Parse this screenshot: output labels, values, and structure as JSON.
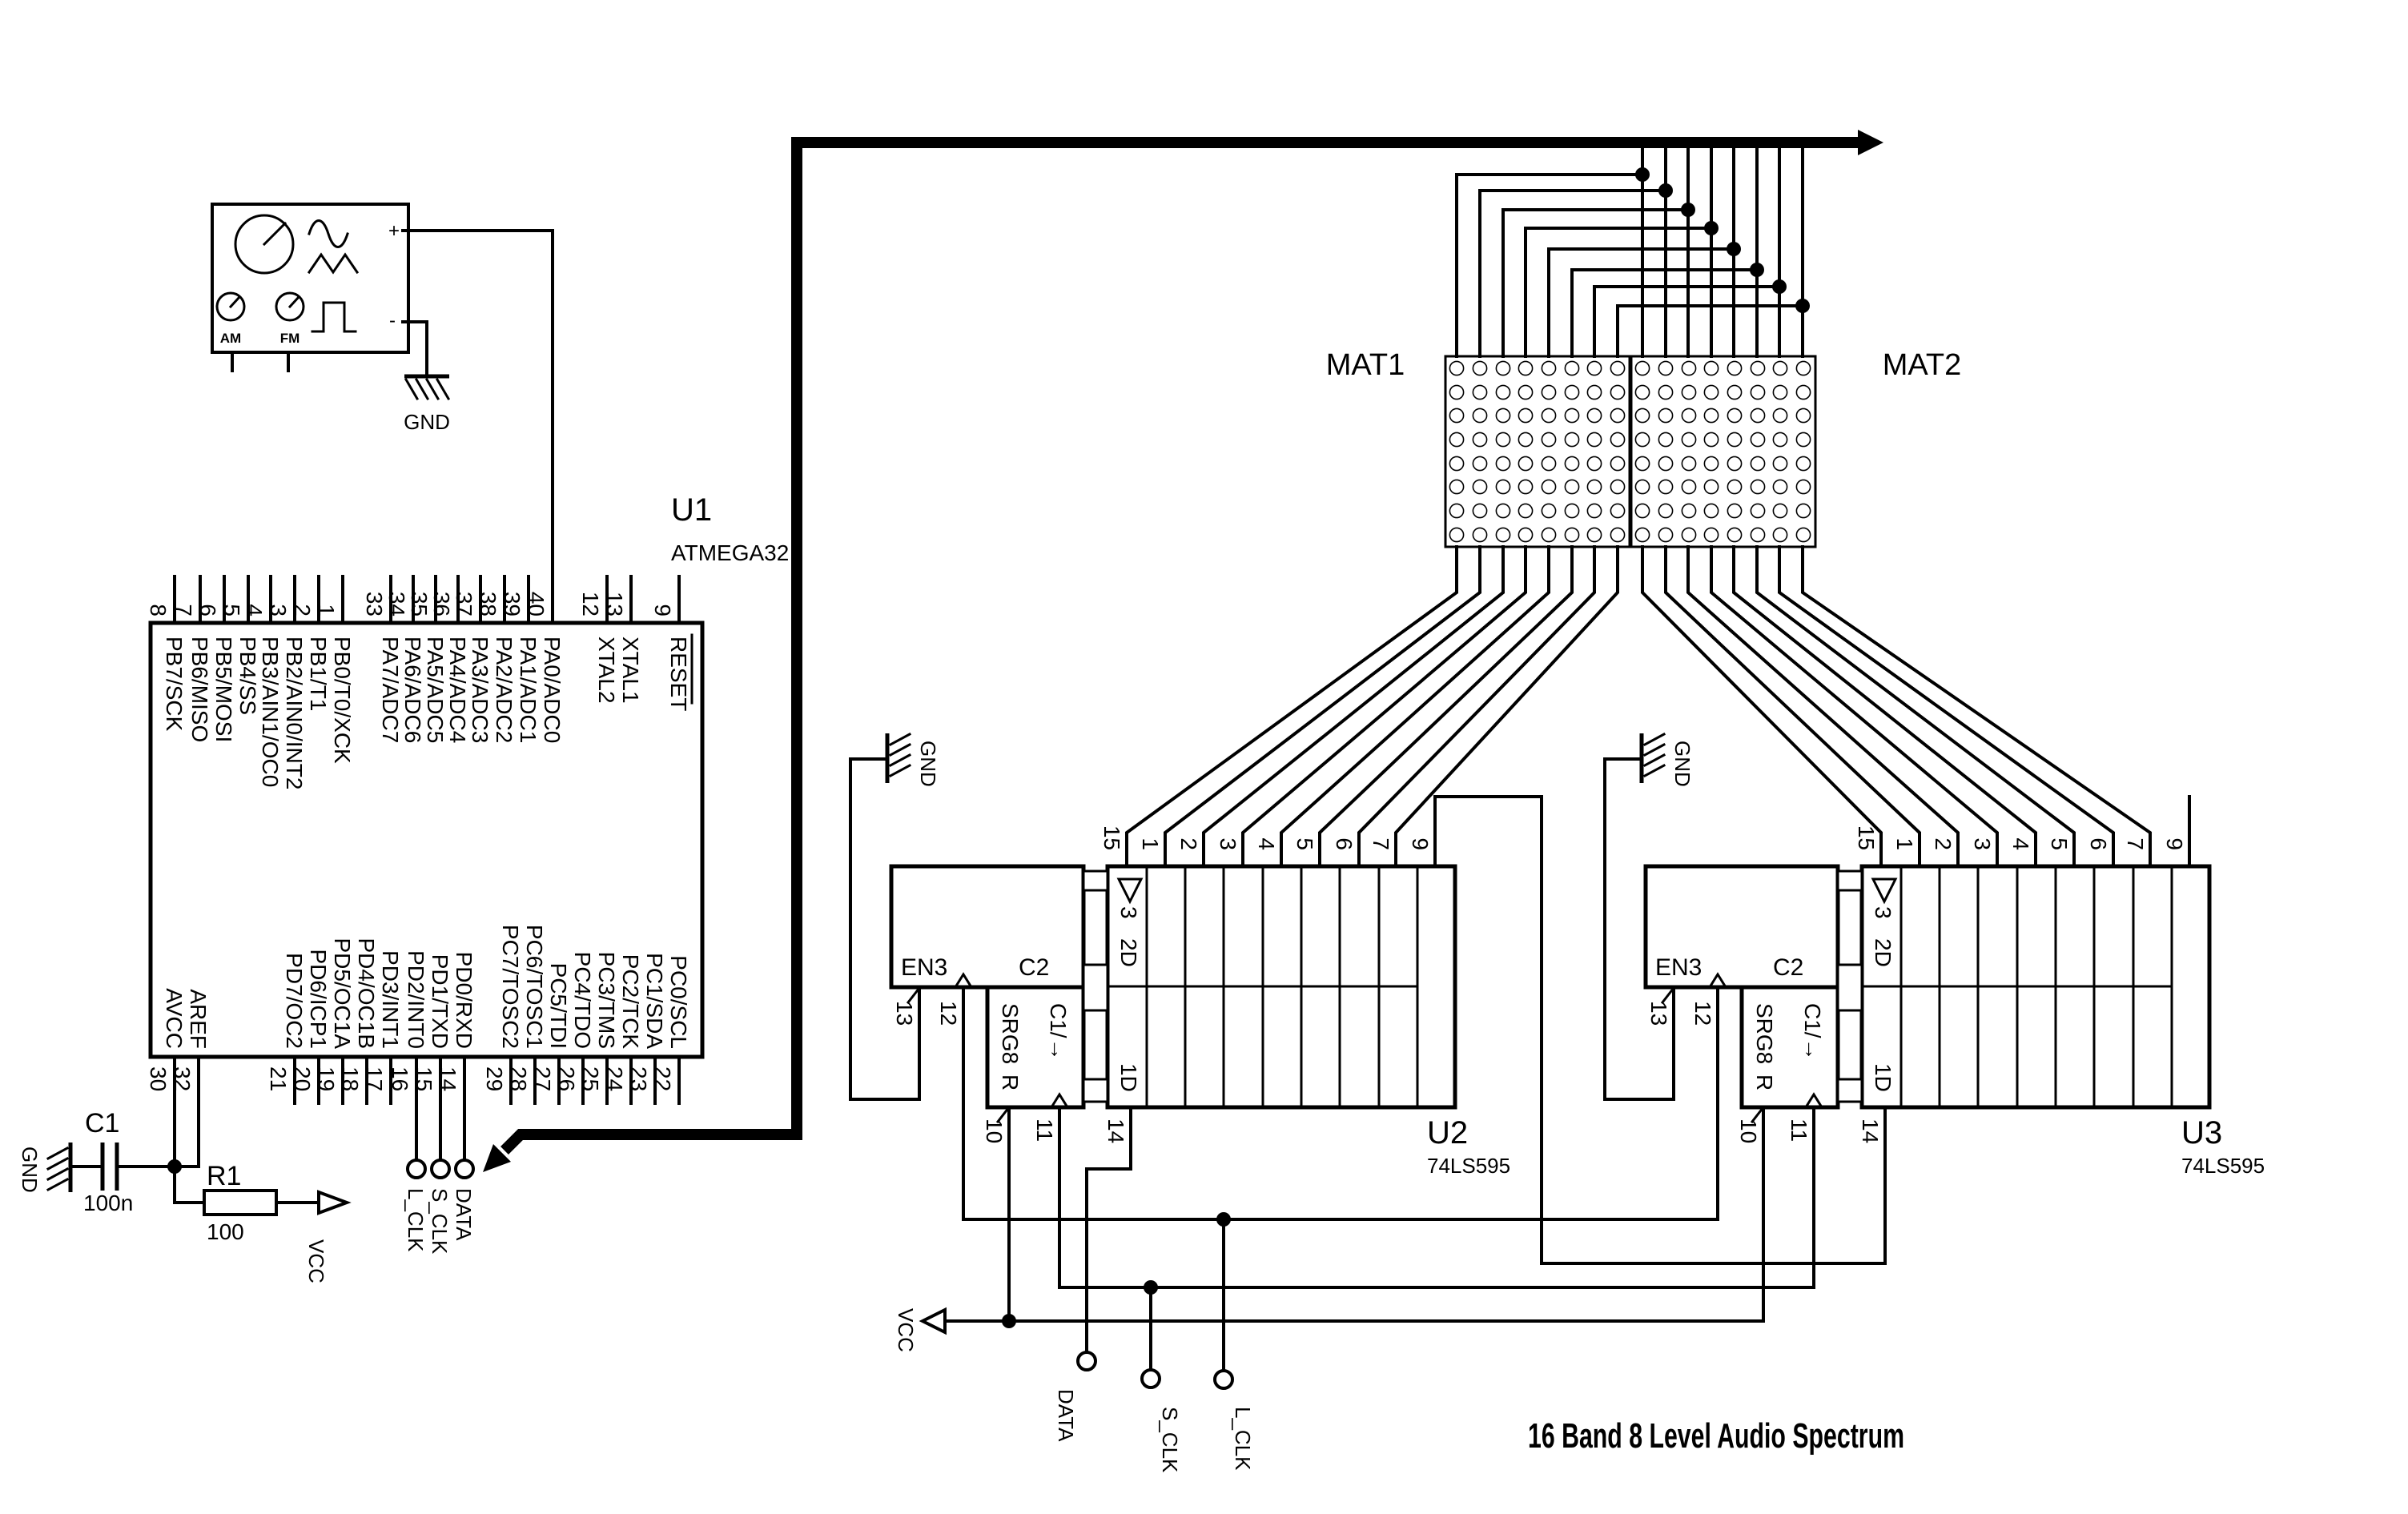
{
  "title": "16 Band 8 Level Audio Spectrum",
  "gnd": "GND",
  "vcc": "VCC",
  "radio": {
    "am": "AM",
    "fm": "FM",
    "plus": "+",
    "minus": "-"
  },
  "c1": {
    "ref": "C1",
    "val": "100n"
  },
  "r1": {
    "ref": "R1",
    "val": "100"
  },
  "mat1": "MAT1",
  "mat2": "MAT2",
  "term": {
    "l": "L_CLK",
    "s": "S_CLK",
    "d": "DATA"
  },
  "u1": {
    "ref": "U1",
    "part": "ATMEGA32",
    "t": [
      {
        "n": "8",
        "l": "PB7/SCK"
      },
      {
        "n": "7",
        "l": "PB6/MISO"
      },
      {
        "n": "6",
        "l": "PB5/MOSI"
      },
      {
        "n": "5",
        "l": "PB4/SS"
      },
      {
        "n": "4",
        "l": "PB3/AIN1/OC0"
      },
      {
        "n": "3",
        "l": "PB2/AIN0/INT2"
      },
      {
        "n": "2",
        "l": "PB1/T1"
      },
      {
        "n": "1",
        "l": "PB0/T0/XCK"
      },
      {
        "n": "33",
        "l": "PA7/ADC7"
      },
      {
        "n": "34",
        "l": "PA6/ADC6"
      },
      {
        "n": "35",
        "l": "PA5/ADC5"
      },
      {
        "n": "36",
        "l": "PA4/ADC4"
      },
      {
        "n": "37",
        "l": "PA3/ADC3"
      },
      {
        "n": "38",
        "l": "PA2/ADC2"
      },
      {
        "n": "39",
        "l": "PA1/ADC1"
      },
      {
        "n": "40",
        "l": "PA0/ADC0"
      },
      {
        "n": "12",
        "l": "XTAL2"
      },
      {
        "n": "13",
        "l": "XTAL1"
      },
      {
        "n": "9",
        "l": "RESET"
      }
    ],
    "b": [
      {
        "n": "30",
        "l": "AVCC"
      },
      {
        "n": "32",
        "l": "AREF"
      },
      {
        "n": "21",
        "l": "PD7/OC2"
      },
      {
        "n": "20",
        "l": "PD6/ICP1"
      },
      {
        "n": "19",
        "l": "PD5/OC1A"
      },
      {
        "n": "18",
        "l": "PD4/OC1B"
      },
      {
        "n": "17",
        "l": "PD3/INT1"
      },
      {
        "n": "16",
        "l": "PD2/INT0"
      },
      {
        "n": "15",
        "l": "PD1/TXD"
      },
      {
        "n": "14",
        "l": "PD0/RXD"
      },
      {
        "n": "29",
        "l": "PC7/TOSC2"
      },
      {
        "n": "28",
        "l": "PC6/TOSC1"
      },
      {
        "n": "27",
        "l": "PC5/TDI"
      },
      {
        "n": "26",
        "l": "PC4/TDO"
      },
      {
        "n": "25",
        "l": "PC3/TMS"
      },
      {
        "n": "24",
        "l": "PC2/TCK"
      },
      {
        "n": "23",
        "l": "PC1/SDA"
      },
      {
        "n": "22",
        "l": "PC0/SCL"
      }
    ]
  },
  "u2": {
    "ref": "U2"
  },
  "u3": {
    "ref": "U3"
  },
  "sr": {
    "part": "74LS595",
    "en": "EN3",
    "c2": "C2",
    "srg": "SRG8",
    "r": "R",
    "c1": "C1/→",
    "ts": "3",
    "d2": "2D",
    "d1": "1D",
    "tp": [
      "15",
      "1",
      "2",
      "3",
      "4",
      "5",
      "6",
      "7",
      "9"
    ],
    "p13": "13",
    "p12": "12",
    "p10": "10",
    "p11": "11",
    "p14": "14"
  }
}
